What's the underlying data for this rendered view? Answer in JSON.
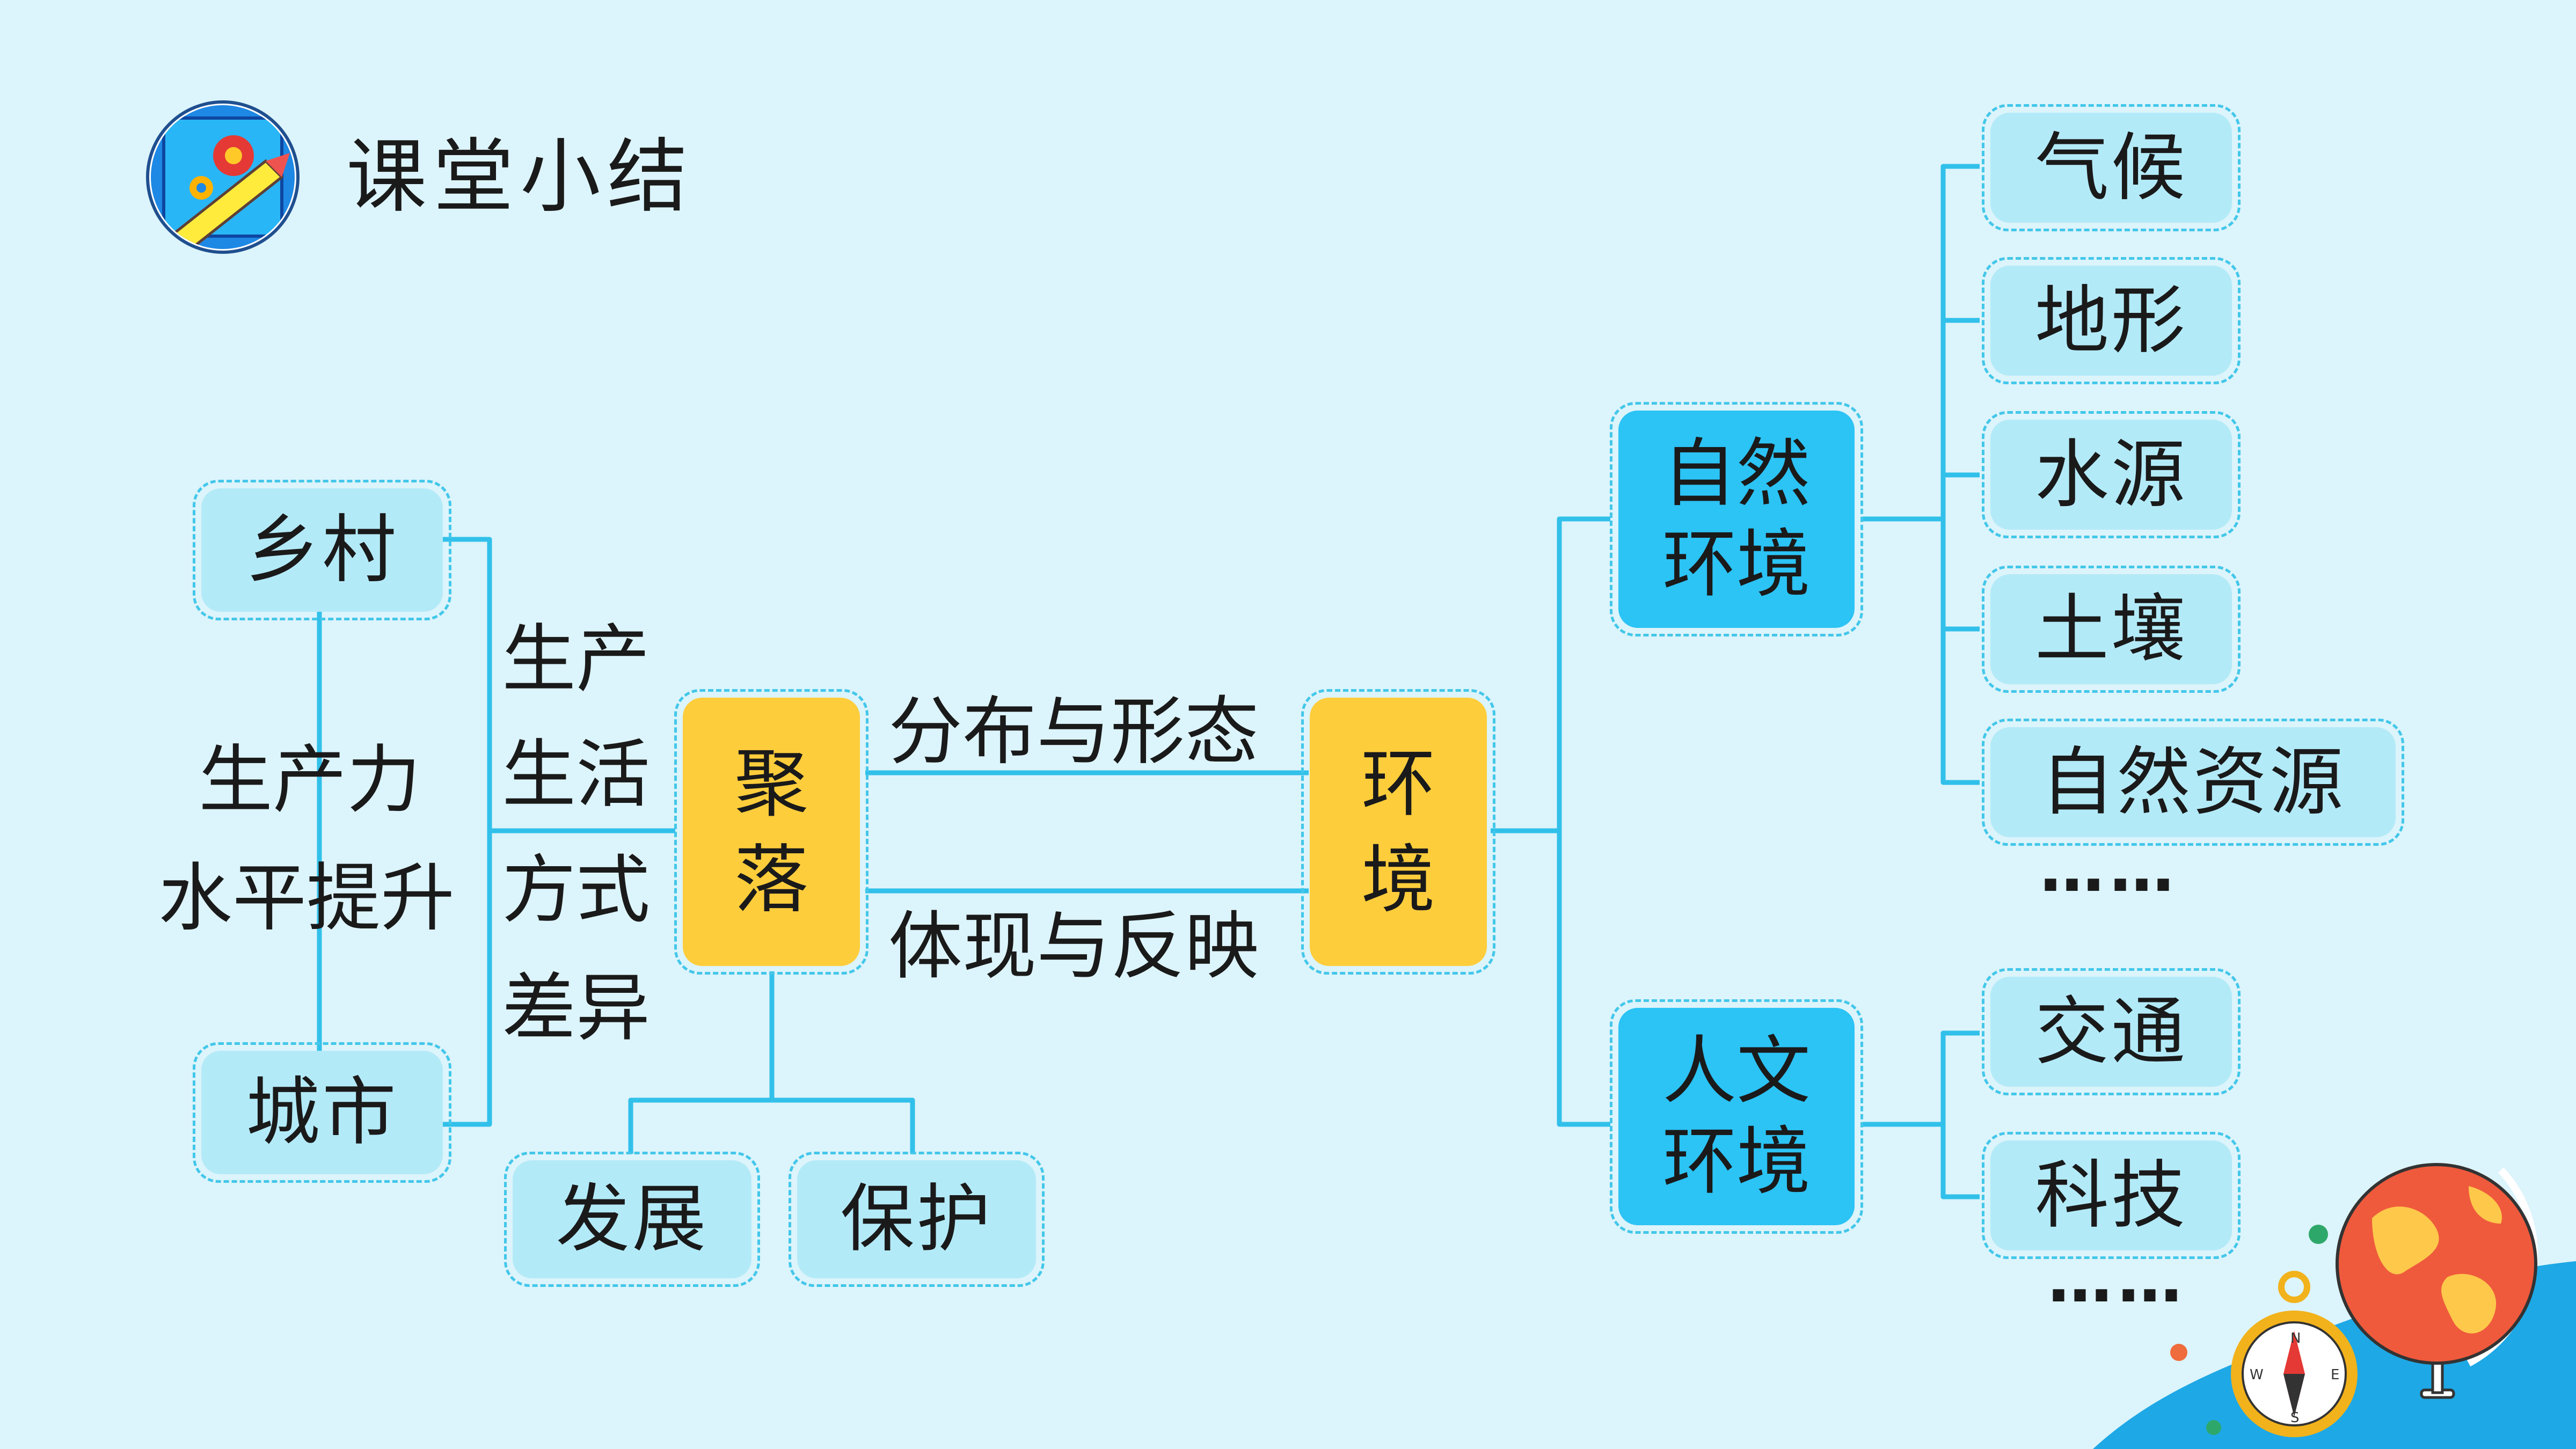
{
  "header": {
    "title": "课堂小结",
    "logo_icon": "gear-pencil-icon"
  },
  "center": {
    "settlement": "聚落",
    "environment": "环境"
  },
  "relations": {
    "top": "分布与形态",
    "bottom": "体现与反映"
  },
  "left": {
    "rural": "乡村",
    "urban": "城市",
    "driver_line1": "生产力",
    "driver_line2": "水平提升",
    "diff_line1": "生产",
    "diff_line2": "生活",
    "diff_line3": "方式",
    "diff_line4": "差异"
  },
  "bottom": {
    "develop": "发展",
    "protect": "保护"
  },
  "natural": {
    "label": "自然环境",
    "items": [
      "气候",
      "地形",
      "水源",
      "土壤",
      "自然资源"
    ],
    "more": "……"
  },
  "human": {
    "label": "人文环境",
    "items": [
      "交通",
      "科技"
    ],
    "more": "……"
  },
  "colors": {
    "background": "#dcf4fb",
    "line": "#31c0ea",
    "node_light": "#b3eaf8",
    "node_blue": "#2cc3f5",
    "node_yellow": "#fecd3c"
  },
  "decoration": {
    "globe": "globe-icon",
    "compass": "compass-icon"
  }
}
